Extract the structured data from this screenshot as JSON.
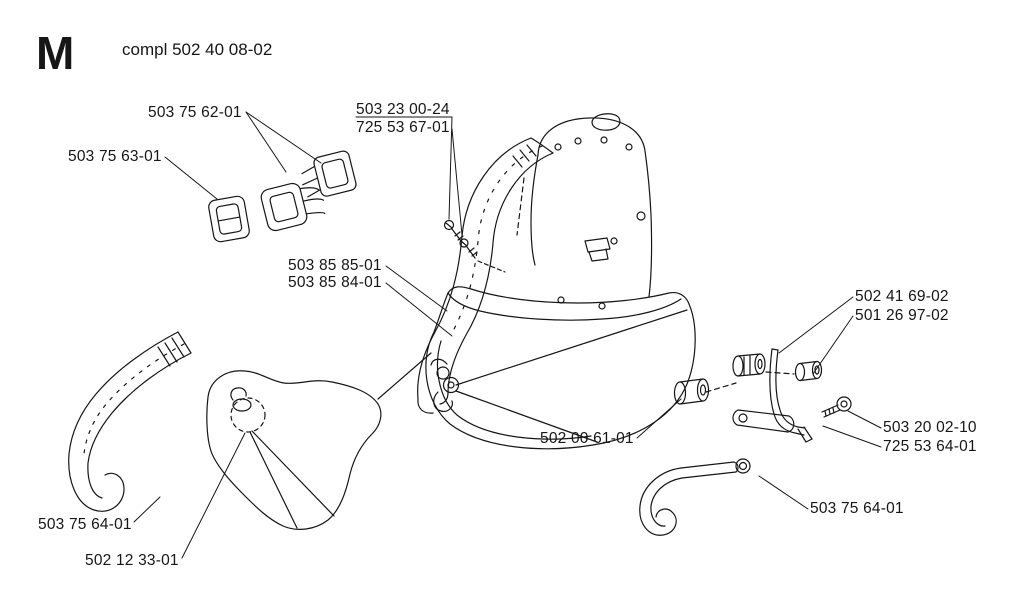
{
  "header": {
    "section_letter": "M",
    "title": "compl 502 40 08-02"
  },
  "labels": [
    "503 75 62-01",
    "503 75 63-01",
    "503 23 00-24",
    "725 53 67-01",
    "503 85 85-01",
    "503 85 84-01",
    "502 41 69-02",
    "501 26 97-02",
    "503 20 02-10",
    "725 53 64-01",
    "502 00 61-01",
    "503 75 64-01",
    "502 12 33-01",
    "503 75 64-01"
  ],
  "colors": {
    "ink": "#161616",
    "background": "#ffffff"
  }
}
